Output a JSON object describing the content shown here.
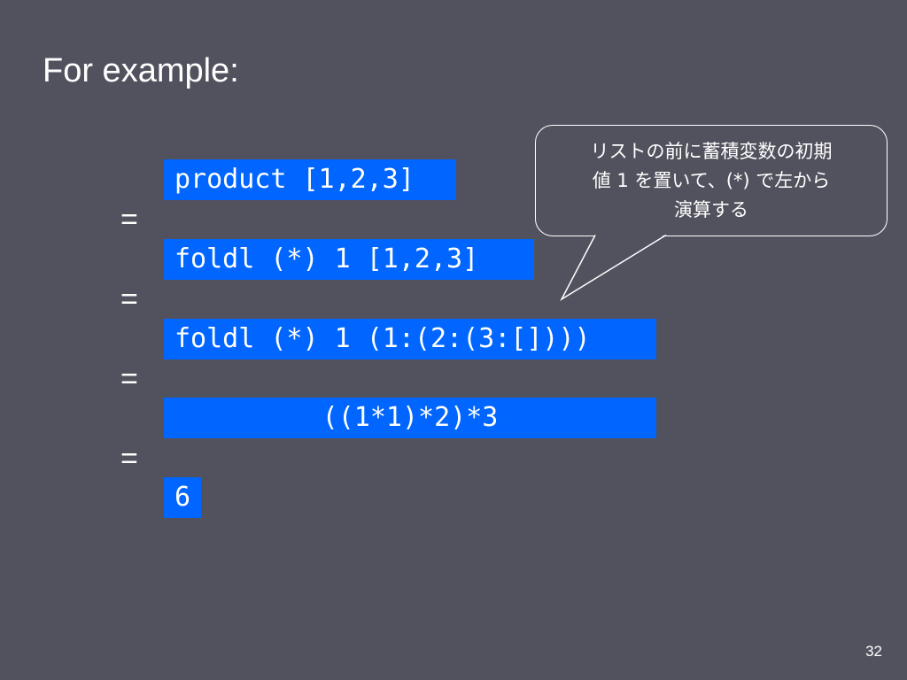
{
  "slide": {
    "title": "For example:",
    "page_number": "32"
  },
  "derivation": {
    "steps": [
      "product [1,2,3]",
      "foldl (*) 1 [1,2,3]",
      "foldl (*) 1 (1:(2:(3:[])))",
      "((1*1)*2)*3",
      "6"
    ],
    "equals_symbol": "="
  },
  "callout": {
    "lines": [
      "リストの前に蓄積変数の初期",
      "値 1 を置いて、(*) で左から",
      "演算する"
    ]
  },
  "colors": {
    "background": "#52525e",
    "code_highlight": "#0066ff",
    "text": "#ffffff"
  }
}
